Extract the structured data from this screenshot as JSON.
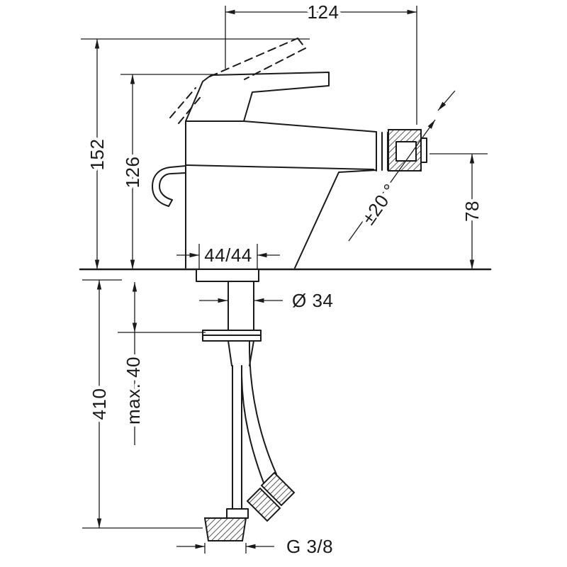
{
  "page": {
    "background": "#ffffff"
  },
  "drawing": {
    "name": "bidet-single-lever-mixer-dimensional-drawing",
    "line_color": "#1a1a1a",
    "labels": {
      "spout_reach": "124",
      "total_height": "152",
      "handle_height": "126",
      "outlet_height": "78",
      "swivel_angle": "±20 °",
      "base_width": "44/44",
      "shank_diameter": "Ø 34",
      "hose_length": "410",
      "max_mounting_thickness": "max. 40",
      "connection_thread": "G 3/8"
    }
  }
}
